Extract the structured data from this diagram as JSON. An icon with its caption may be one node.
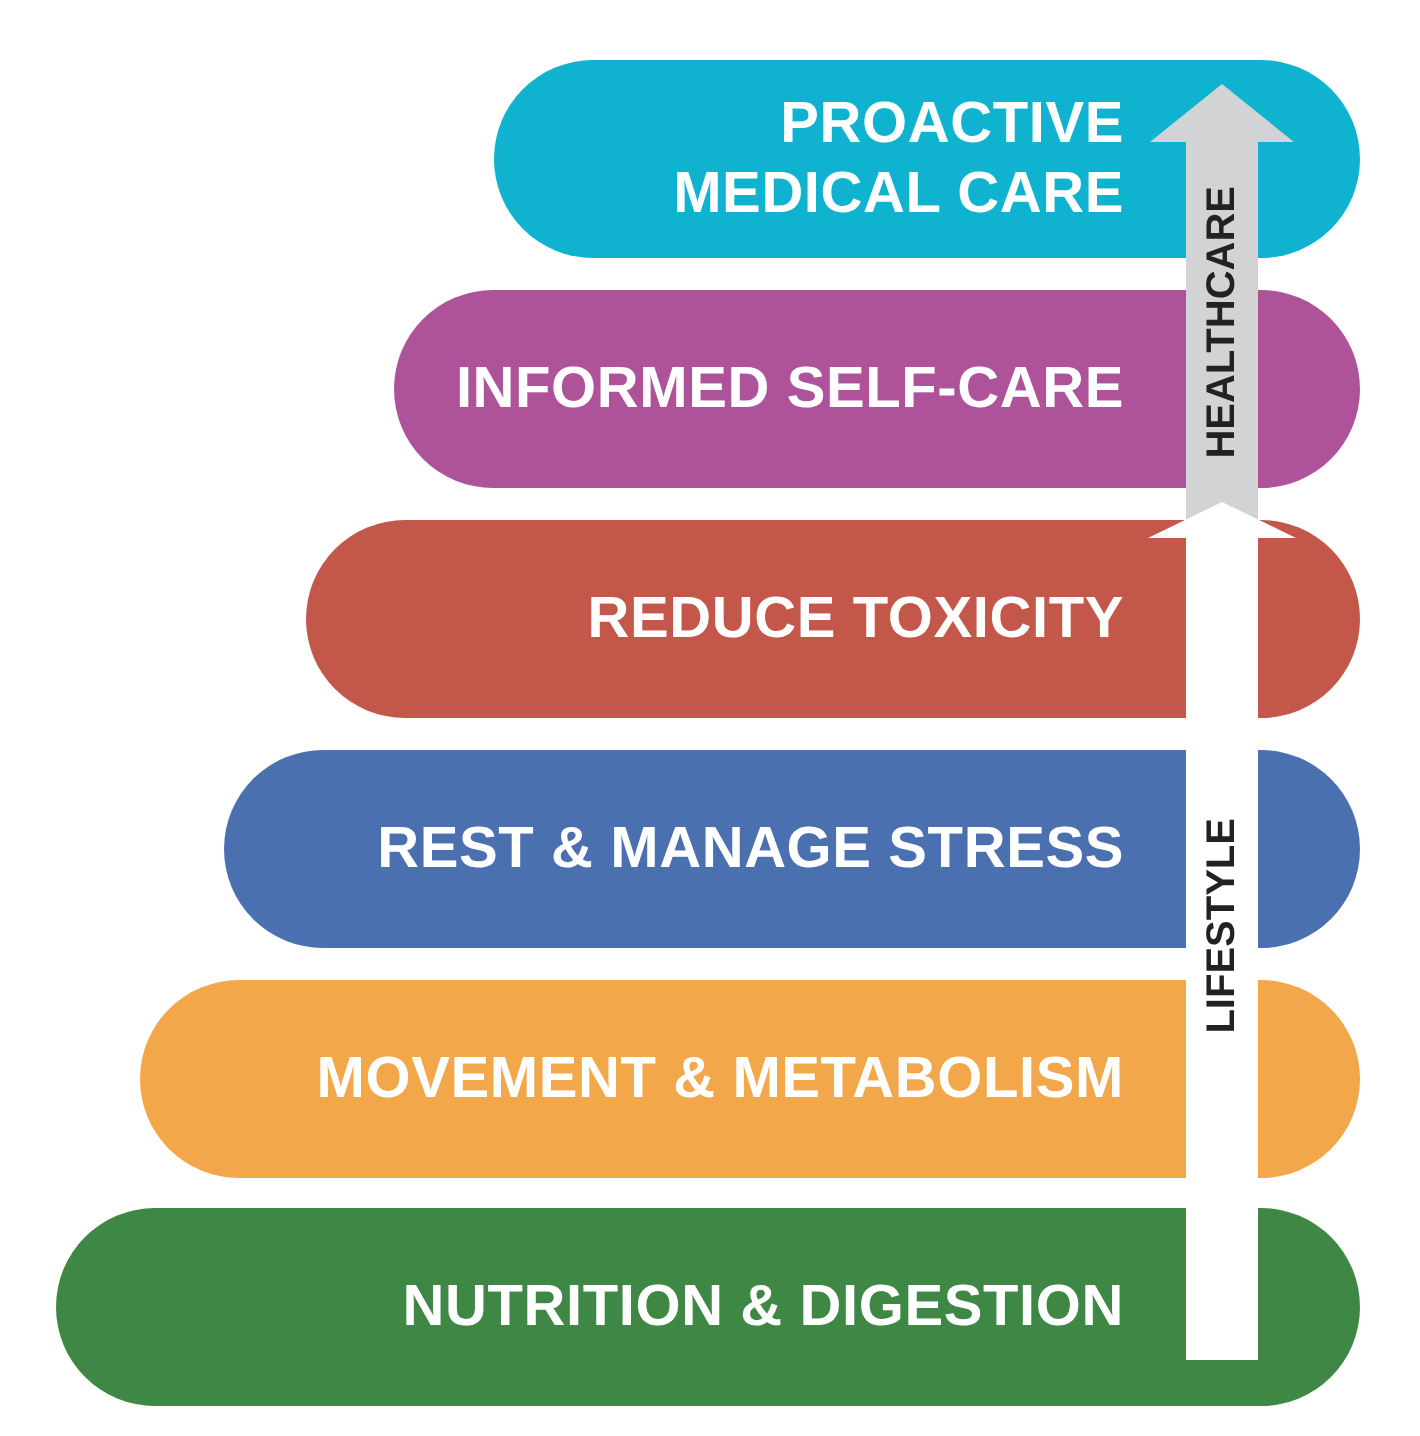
{
  "diagram": {
    "nodes": [
      {
        "text": [
          "PROACTIVE MEDICAL CARE"
        ]
      },
      {
        "text": [
          "INFORMED SELF-CARE"
        ]
      },
      {
        "text": [
          "REDUCE TOXICITY"
        ]
      },
      {
        "text": [
          "REST & MANAGE STRESS"
        ]
      },
      {
        "text": [
          "MOVEMENT & METABOLISM"
        ]
      },
      {
        "text": [
          "NUTRITION & DIGESTION"
        ]
      }
    ],
    "labels": [
      "HEALTHCARE",
      "LIFESTYLE"
    ]
  }
}
